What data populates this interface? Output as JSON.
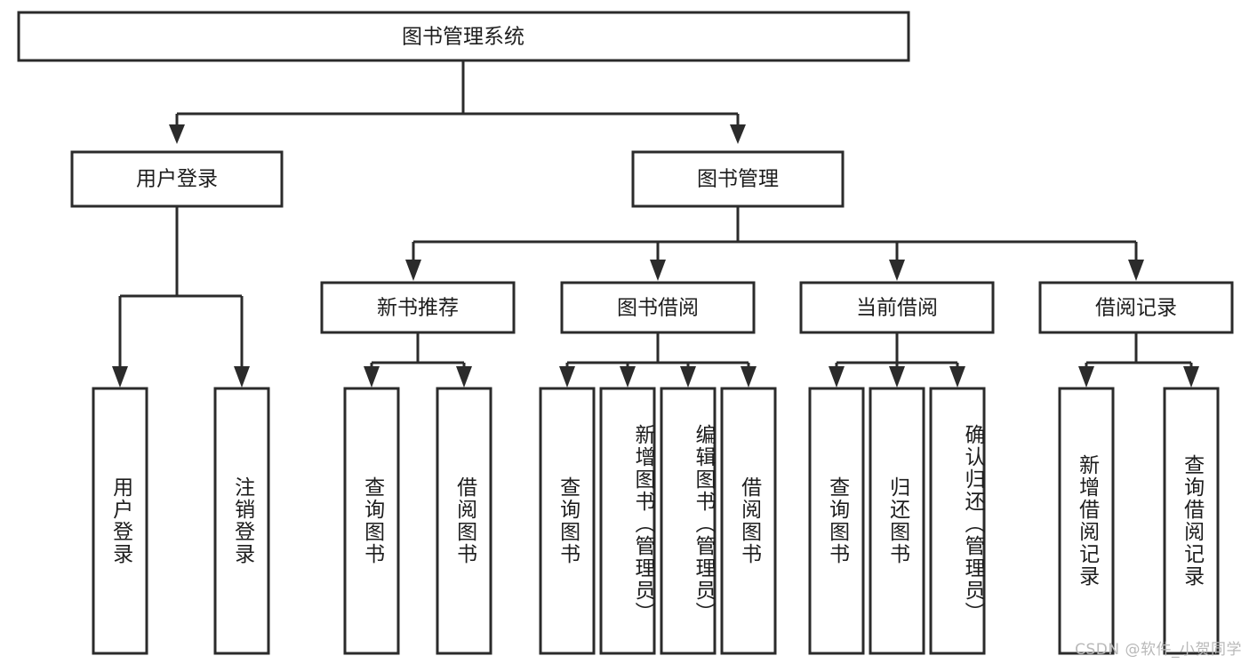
{
  "diagram": {
    "type": "tree",
    "title_node": {
      "label": "图书管理系统",
      "level": 0
    },
    "level2": [
      {
        "id": "user-login",
        "label": "用户登录"
      },
      {
        "id": "book-manage",
        "label": "图书管理"
      }
    ],
    "level3": [
      {
        "id": "new-book-recommend",
        "label": "新书推荐",
        "parent": "book-manage"
      },
      {
        "id": "book-borrow",
        "label": "图书借阅",
        "parent": "book-manage"
      },
      {
        "id": "current-borrow",
        "label": "当前借阅",
        "parent": "book-manage"
      },
      {
        "id": "borrow-record",
        "label": "借阅记录",
        "parent": "book-manage"
      }
    ],
    "leaves": {
      "user-login": [
        {
          "id": "leaf-user-login",
          "label": "用户登录"
        },
        {
          "id": "leaf-logout",
          "label": "注销登录"
        }
      ],
      "new-book-recommend": [
        {
          "id": "leaf-query-book-1",
          "label": "查询图书"
        },
        {
          "id": "leaf-borrow-book-1",
          "label": "借阅图书"
        }
      ],
      "book-borrow": [
        {
          "id": "leaf-query-book-2",
          "label": "查询图书"
        },
        {
          "id": "leaf-add-book",
          "label": "新增图书（管理员）"
        },
        {
          "id": "leaf-edit-book",
          "label": "编辑图书（管理员）"
        },
        {
          "id": "leaf-borrow-book-2",
          "label": "借阅图书"
        }
      ],
      "current-borrow": [
        {
          "id": "leaf-query-book-3",
          "label": "查询图书"
        },
        {
          "id": "leaf-return-book",
          "label": "归还图书"
        },
        {
          "id": "leaf-confirm-return",
          "label": "确认归还（管理员）"
        }
      ],
      "borrow-record": [
        {
          "id": "leaf-add-record",
          "label": "新增借阅记录"
        },
        {
          "id": "leaf-query-record",
          "label": "查询借阅记录"
        }
      ]
    }
  },
  "watermark": {
    "text": "CSDN @软件_小贺同学"
  },
  "colors": {
    "box_stroke": "#2b2b2b",
    "box_fill": "#ffffff",
    "text": "#1d1d1d",
    "background": "#ffffff",
    "watermark": "#b9b9b9"
  }
}
